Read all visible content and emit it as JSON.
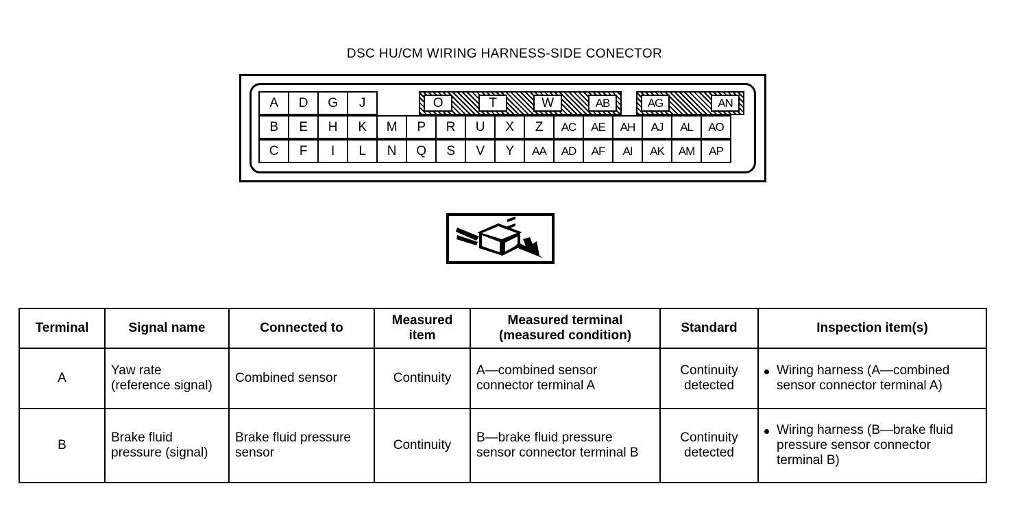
{
  "connector": {
    "title": "DSC HU/CM WIRING HARNESS-SIDE CONECTOR",
    "icon_name": "connector-illustration",
    "pin_rows": {
      "top_left": [
        "A",
        "D",
        "G",
        "J"
      ],
      "hatched_band_1": [
        "O",
        "T",
        "W",
        "AB"
      ],
      "hatched_band_2": [
        "AG",
        "AN"
      ],
      "middle": [
        "B",
        "E",
        "H",
        "K",
        "M",
        "P",
        "R",
        "U",
        "X",
        "Z",
        "AC",
        "AE",
        "AH",
        "AJ",
        "AL",
        "AO"
      ],
      "bottom": [
        "C",
        "F",
        "I",
        "L",
        "N",
        "Q",
        "S",
        "V",
        "Y",
        "AA",
        "AD",
        "AF",
        "AI",
        "AK",
        "AM",
        "AP"
      ]
    }
  },
  "table": {
    "headers": [
      "Terminal",
      "Signal name",
      "Connected to",
      "Measured item",
      "Measured terminal (measured condition)",
      "Standard",
      "Inspection item(s)"
    ],
    "header_lines": {
      "terminal": "Terminal",
      "signal_name": "Signal name",
      "connected_to": "Connected to",
      "measured_item_l1": "Measured",
      "measured_item_l2": "item",
      "measured_terminal_l1": "Measured terminal",
      "measured_terminal_l2": "(measured condition)",
      "standard": "Standard",
      "inspection_items": "Inspection item(s)"
    },
    "rows": [
      {
        "terminal": "A",
        "signal_name": "Yaw rate (reference signal)",
        "connected_to": "Combined sensor",
        "measured_item": "Continuity",
        "measured_terminal": "A—combined sensor connector terminal A",
        "standard": "Continuity detected",
        "inspection_item": "Wiring harness (A—combined sensor connector terminal A)"
      },
      {
        "terminal": "B",
        "signal_name": "Brake fluid pressure (signal)",
        "connected_to": "Brake fluid pressure sensor",
        "measured_item": "Continuity",
        "measured_terminal": "B—brake fluid pressure sensor connector terminal B",
        "standard": "Continuity detected",
        "inspection_item": "Wiring harness (B—brake fluid pressure sensor connector terminal B)"
      }
    ]
  },
  "colors": {
    "ink": "#000000",
    "paper": "#ffffff"
  }
}
